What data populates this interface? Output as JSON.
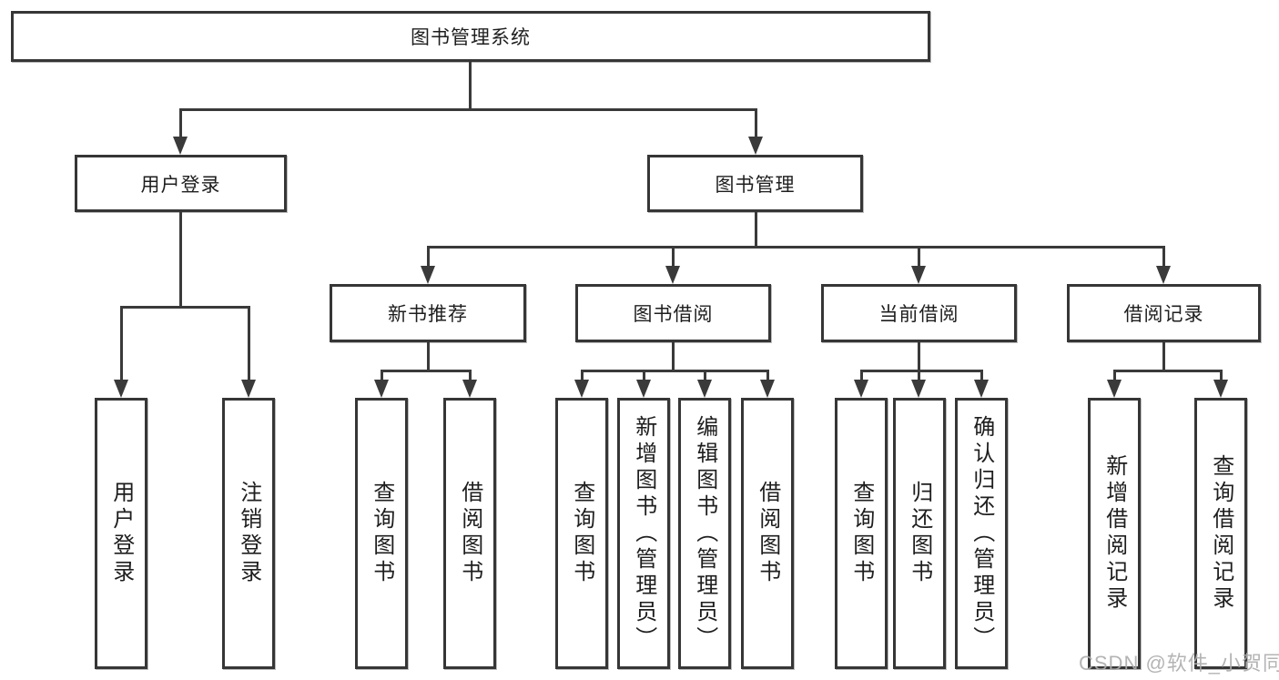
{
  "nodes": {
    "root": "图书管理系统",
    "level2": [
      "用户登录",
      "图书管理"
    ],
    "level3": [
      "新书推荐",
      "图书借阅",
      "当前借阅",
      "借阅记录"
    ]
  },
  "leaves": {
    "user_login": [
      "用户登录",
      "注销登录"
    ],
    "new_book": [
      "查询图书",
      "借阅图书"
    ],
    "borrow": [
      "查询图书",
      "新增图书（管理员）",
      "编辑图书（管理员）",
      "借阅图书"
    ],
    "current": [
      "查询图书",
      "归还图书",
      "确认归还（管理员）"
    ],
    "records": [
      "新增借阅记录",
      "查询借阅记录"
    ]
  },
  "watermark": "CSDN @软件_小贺同学",
  "colors": {
    "line": "#3a3a3a",
    "box_border": "#363636",
    "text": "#1e1e1e",
    "watermark": "#acacac"
  }
}
